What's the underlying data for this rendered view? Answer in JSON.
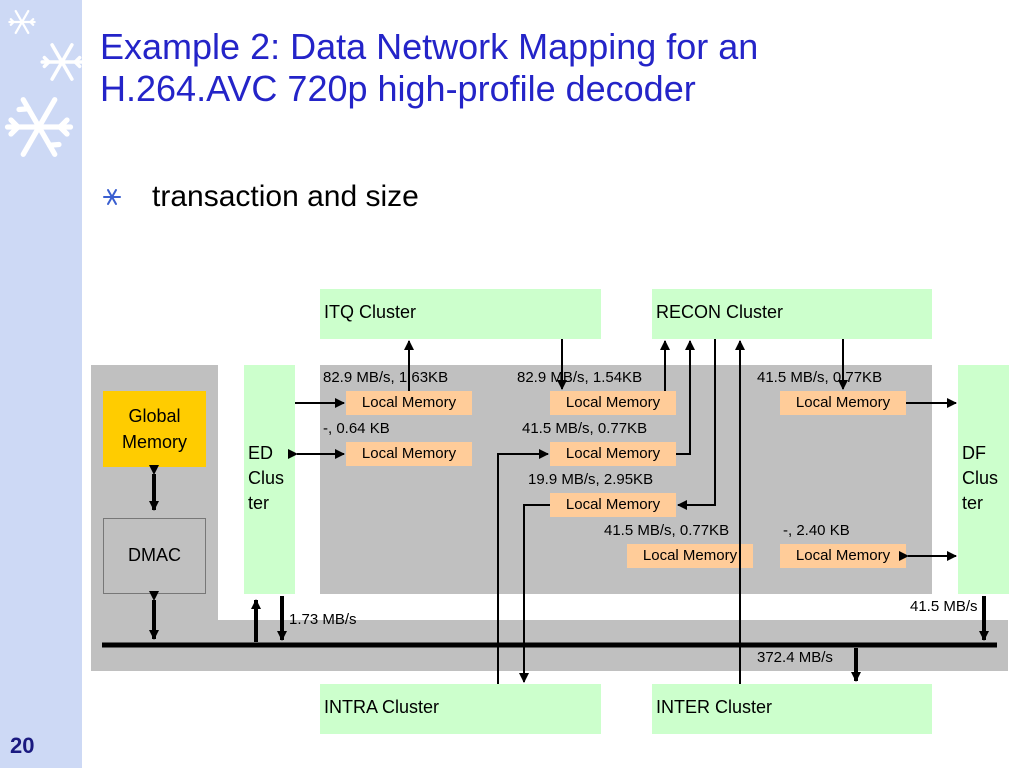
{
  "slide": {
    "title_line1": "Example 2: Data Network Mapping for an",
    "title_line2": "H.264.AVC 720p high-profile decoder",
    "bullet": "transaction and size",
    "page_number": "20",
    "bullet_icon": "snowflake-bullet-icon"
  },
  "diagram": {
    "clusters": {
      "itq": "ITQ Cluster",
      "recon": "RECON Cluster",
      "intra": "INTRA Cluster",
      "inter": "INTER Cluster",
      "ed": "ED Clus ter",
      "df": "DF Clus ter"
    },
    "global_memory": "Global Memory",
    "dmac": "DMAC",
    "local_memory_label": "Local Memory",
    "rates": {
      "r1": "82.9 MB/s, 1.63KB",
      "r2": "82.9 MB/s, 1.54KB",
      "r3": "41.5 MB/s, 0.77KB",
      "r4": "-, 0.64 KB",
      "r5": "41.5 MB/s, 0.77KB",
      "r6": "19.9 MB/s, 2.95KB",
      "r7": "41.5 MB/s, 0.77KB",
      "r8": "-, 2.40 KB",
      "r9": "1.73 MB/s",
      "r10": "41.5 MB/s",
      "r11": "372.4 MB/s"
    },
    "colors": {
      "cluster": "#ccffcc",
      "local_memory": "#ffcc99",
      "global_memory": "#ffcc00",
      "fabric": "#c0c0c0",
      "title": "#2424c8"
    }
  }
}
